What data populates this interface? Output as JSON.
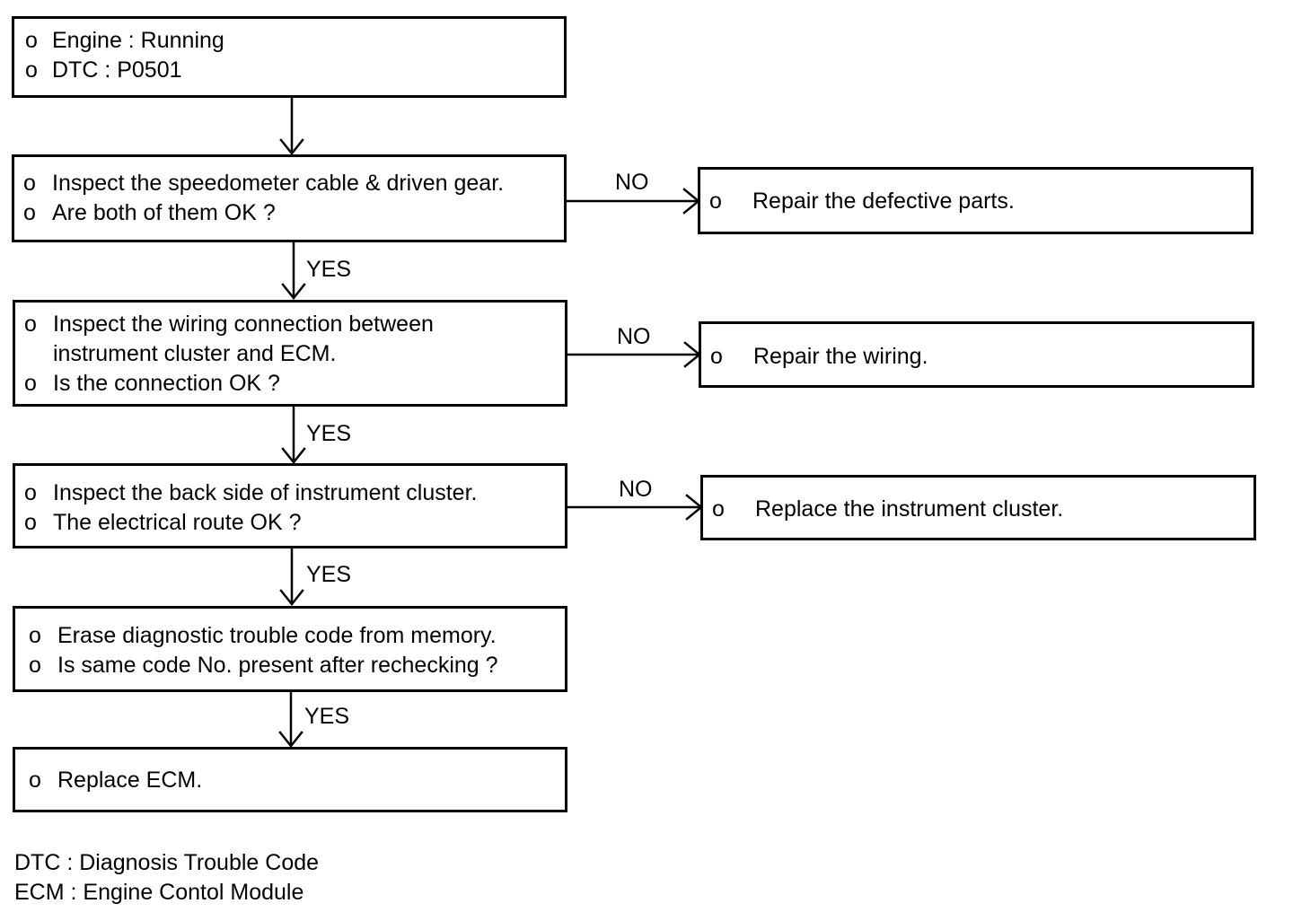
{
  "bullet": "o",
  "boxes": [
    {
      "lines": [
        "Engine : Running",
        "DTC : P0501"
      ]
    },
    {
      "lines": [
        "Inspect the speedometer cable & driven gear.",
        "Are both of them OK ?"
      ]
    },
    {
      "lines": [
        "Inspect the wiring connection between",
        "instrument cluster and ECM.",
        "Is the connection OK  ?"
      ]
    },
    {
      "lines": [
        "Inspect the back side of instrument cluster.",
        "The electrical route OK ?"
      ]
    },
    {
      "lines": [
        "Erase diagnostic trouble code from memory.",
        "Is same code No. present after rechecking ?"
      ]
    },
    {
      "lines": [
        "Replace ECM."
      ]
    }
  ],
  "side_boxes": [
    {
      "text": "Repair the defective parts."
    },
    {
      "text": "Repair the wiring."
    },
    {
      "text": "Replace the instrument cluster."
    }
  ],
  "labels": {
    "yes": "YES",
    "no": "NO"
  },
  "legend": [
    "DTC : Diagnosis Trouble Code",
    "ECM : Engine Contol Module"
  ]
}
